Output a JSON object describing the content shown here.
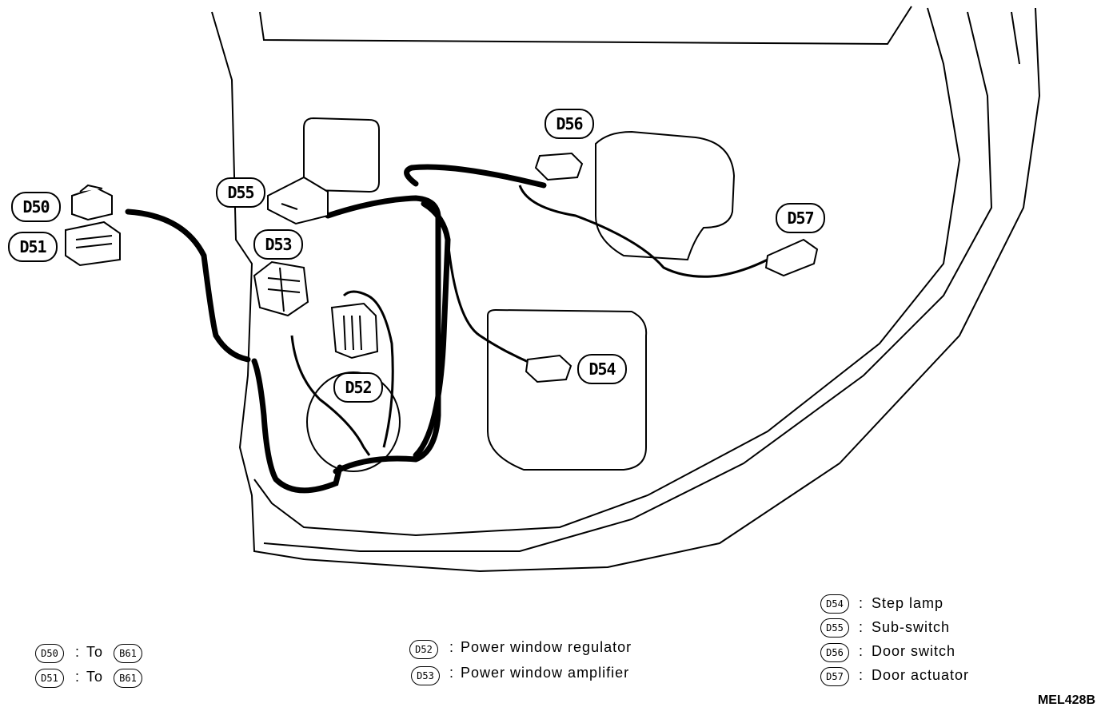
{
  "connectors": {
    "d50": "D50",
    "d51": "D51",
    "d52": "D52",
    "d53": "D53",
    "d54": "D54",
    "d55": "D55",
    "d56": "D56",
    "d57": "D57"
  },
  "legend_left": [
    {
      "id": "D50",
      "sep": ":",
      "text": "To",
      "ref": "B61"
    },
    {
      "id": "D51",
      "sep": ":",
      "text": "To",
      "ref": "B61"
    }
  ],
  "legend_mid": [
    {
      "id": "D52",
      "sep": ":",
      "text": "Power window regulator"
    },
    {
      "id": "D53",
      "sep": ":",
      "text": "Power window amplifier"
    }
  ],
  "legend_right": [
    {
      "id": "D54",
      "sep": ":",
      "text": "Step lamp"
    },
    {
      "id": "D55",
      "sep": ":",
      "text": "Sub-switch"
    },
    {
      "id": "D56",
      "sep": ":",
      "text": "Door switch"
    },
    {
      "id": "D57",
      "sep": ":",
      "text": "Door actuator"
    }
  ],
  "figure_code": "MEL428B"
}
